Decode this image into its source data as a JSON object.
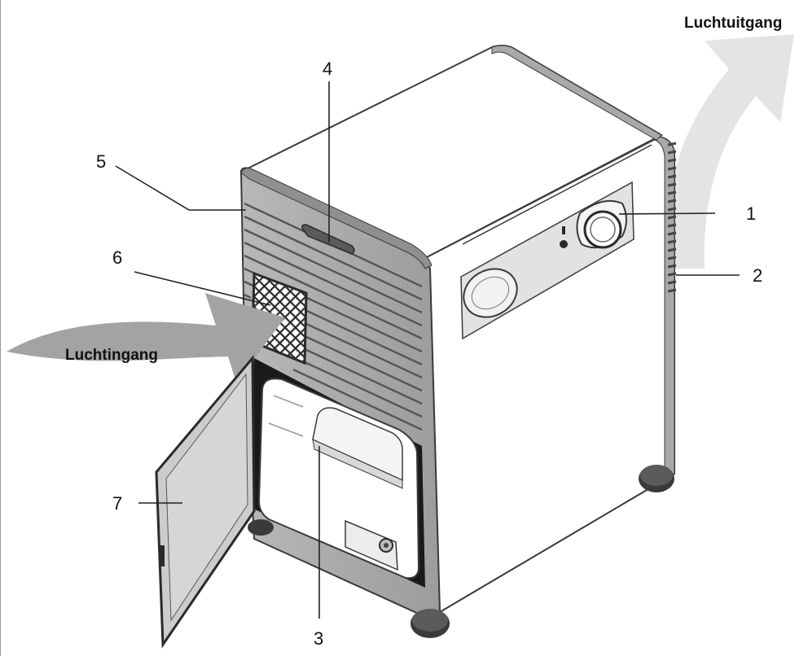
{
  "labels": {
    "outlet": "Luchtuitgang",
    "inlet": "Luchtingang"
  },
  "callouts": [
    {
      "id": "1",
      "text": "1"
    },
    {
      "id": "2",
      "text": "2"
    },
    {
      "id": "3",
      "text": "3"
    },
    {
      "id": "4",
      "text": "4"
    },
    {
      "id": "5",
      "text": "5"
    },
    {
      "id": "6",
      "text": "6"
    },
    {
      "id": "7",
      "text": "7"
    }
  ],
  "colors": {
    "outline": "#3a3a3a",
    "trim": "#a9a9a9",
    "arrow_out": "#e4e4e4",
    "arrow_in": "#a3a3a3",
    "body": "#ffffff",
    "panel": "#e2e2e2"
  }
}
